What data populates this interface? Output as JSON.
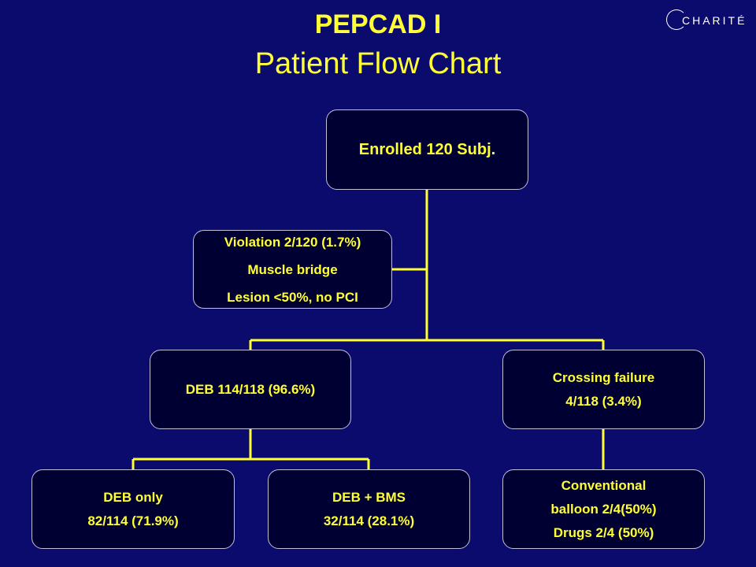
{
  "title": {
    "main": "PEPCAD I",
    "sub": "Patient Flow Chart"
  },
  "logo": {
    "text": "CHARITÉ"
  },
  "colors": {
    "background": "#0b0b6e",
    "box_fill": "#000033",
    "text": "#ffff33",
    "connector": "#ffff33"
  },
  "nodes": {
    "enrolled": {
      "lines": [
        "Enrolled 120 Subj."
      ]
    },
    "violation": {
      "lines": [
        "Violation 2/120 (1.7%)",
        "Muscle bridge",
        "Lesion <50%, no PCI"
      ]
    },
    "deb": {
      "lines": [
        "DEB 114/118 (96.6%)"
      ]
    },
    "crossing_failure": {
      "lines": [
        "Crossing failure",
        "4/118 (3.4%)"
      ]
    },
    "deb_only": {
      "lines": [
        "DEB only",
        "82/114 (71.9%)"
      ]
    },
    "deb_bms": {
      "lines": [
        "DEB + BMS",
        "32/114 (28.1%)"
      ]
    },
    "conventional": {
      "lines": [
        "Conventional",
        "balloon 2/4(50%)",
        "Drugs 2/4 (50%)"
      ]
    }
  }
}
